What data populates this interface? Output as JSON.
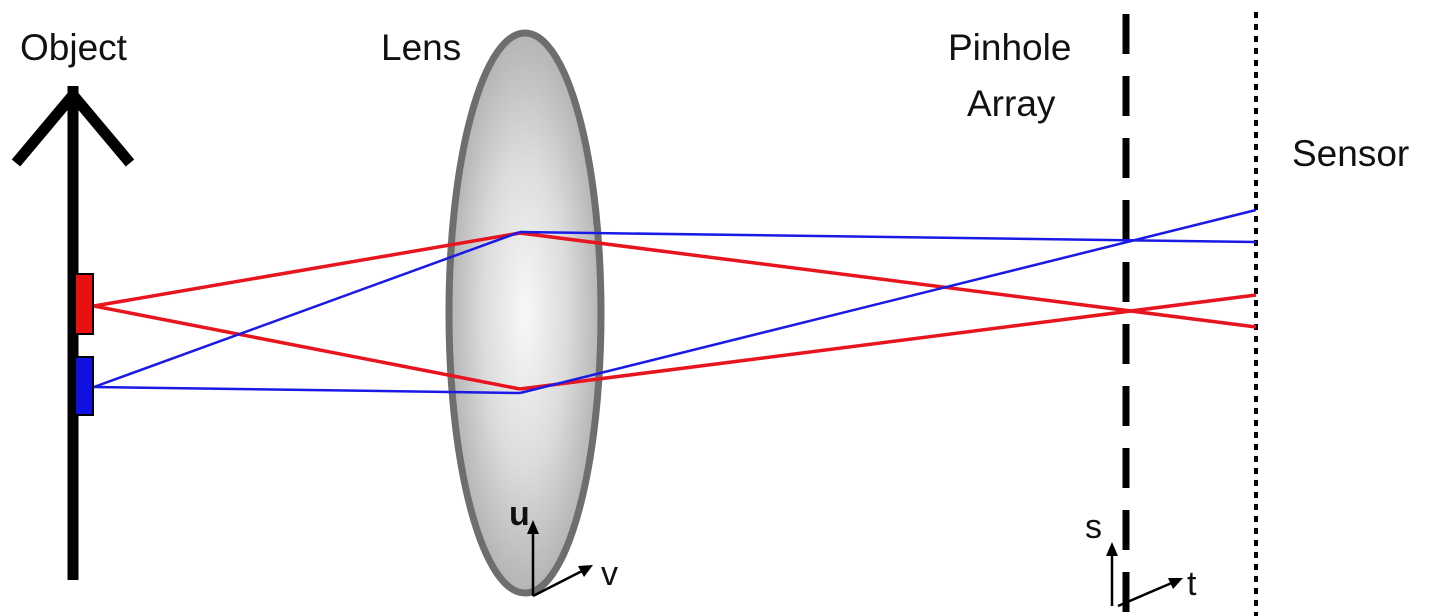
{
  "labels": {
    "object": "Object",
    "lens": "Lens",
    "pinhole_line1": "Pinhole",
    "pinhole_line2": "Array",
    "sensor": "Sensor"
  },
  "axes": {
    "lens_u": "u",
    "lens_v": "v",
    "pinhole_s": "s",
    "pinhole_t": "t"
  },
  "colors": {
    "red_ray": "#e8141e",
    "blue_ray": "#1a1ae6",
    "red_patch": "#e81010",
    "blue_patch": "#1010e0",
    "lens_fill_center": "#f8f8f8",
    "lens_fill_edge": "#b4b4b4",
    "lens_stroke": "#6e6e6e",
    "ink": "#000000"
  }
}
